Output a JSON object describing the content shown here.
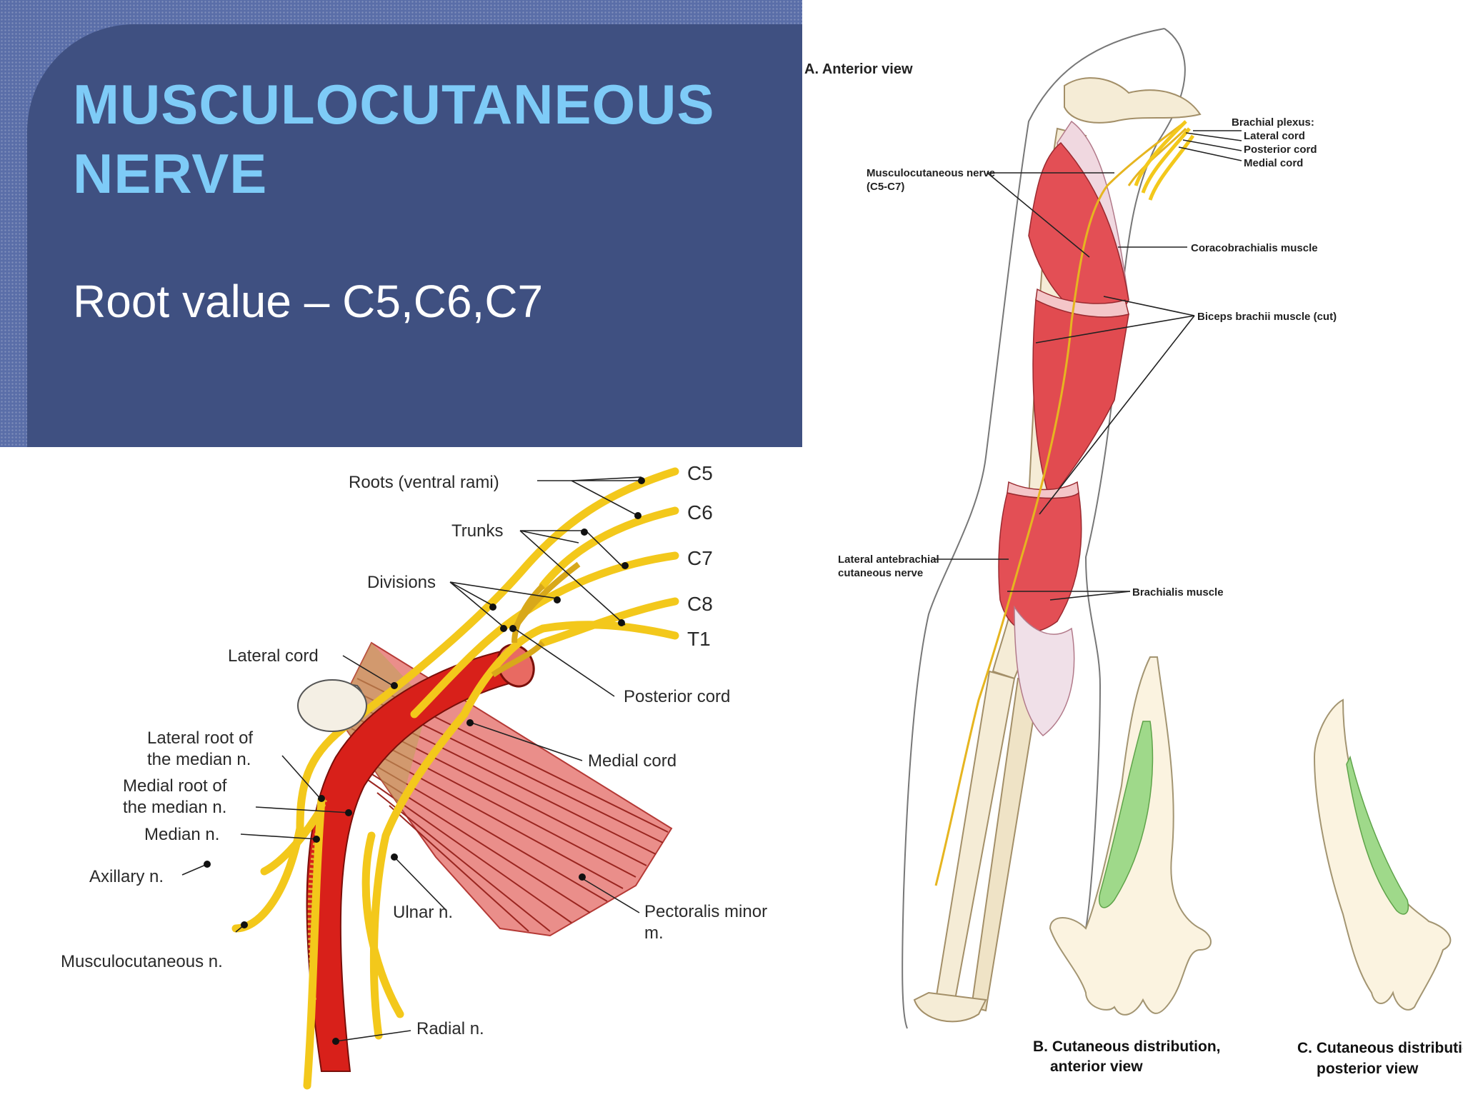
{
  "slide": {
    "title": "MUSCULOCUTANEOUS NERVE",
    "root_value": "Root value – C5,C6,C7"
  },
  "colors": {
    "title_text": "#7ecbf7",
    "panel_bg": "#3f5081",
    "nerve_yellow": "#f3c81b",
    "artery_red": "#d8201a",
    "muscle_pink": "#ea8e8a",
    "skin_green": "#9fd98a"
  },
  "brachial_plexus": {
    "roots": [
      "C5",
      "C6",
      "C7",
      "C8",
      "T1"
    ],
    "labels": {
      "roots_ventral_rami": "Roots (ventral rami)",
      "trunks": "Trunks",
      "divisions": "Divisions",
      "lateral_cord": "Lateral cord",
      "posterior_cord": "Posterior cord",
      "medial_cord": "Medial cord",
      "lateral_root_1": "Lateral root of",
      "lateral_root_2": "the median n.",
      "medial_root_1": "Medial root of",
      "medial_root_2": "the median n.",
      "median_n": "Median n.",
      "axillary_n": "Axillary n.",
      "musculocutaneous_n": "Musculocutaneous n.",
      "ulnar_n": "Ulnar n.",
      "radial_n": "Radial n.",
      "pectoralis_1": "Pectoralis minor",
      "pectoralis_2": "m."
    }
  },
  "arm_figure": {
    "view_title": "A. Anterior view",
    "labels": {
      "brachial_plexus": "Brachial plexus:",
      "lateral_cord": "Lateral cord",
      "posterior_cord": "Posterior cord",
      "medial_cord": "Medial cord",
      "musculocutaneous_1": "Musculocutaneous nerve",
      "musculocutaneous_2": "(C5-C7)",
      "coracobrachialis": "Coracobrachialis muscle",
      "biceps": "Biceps brachii muscle (cut)",
      "lateral_antebrachial_1": "Lateral antebrachial",
      "lateral_antebrachial_2": "cutaneous nerve",
      "brachialis": "Brachialis muscle"
    },
    "caption_b_1": "B. Cutaneous distribution,",
    "caption_b_2": "anterior view",
    "caption_c_1": "C. Cutaneous distribution,",
    "caption_c_2": "posterior view"
  }
}
